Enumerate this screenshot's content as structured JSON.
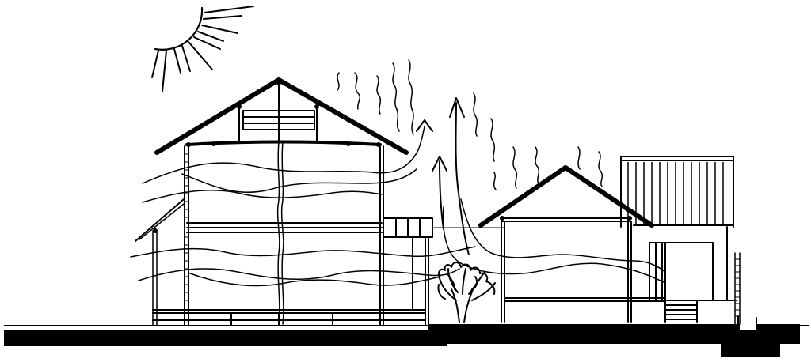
{
  "diagram": {
    "type": "architectural-section",
    "colors": {
      "ink": "#000000",
      "paper": "#ffffff"
    },
    "elements": [
      "sun-icon",
      "two-storey-house-section",
      "single-storey-house-section",
      "shed-with-vertical-cladding",
      "tree-icon",
      "airflow-wave-lines",
      "heat-rising-squiggles",
      "updraft-arrows",
      "ground-slab"
    ]
  }
}
